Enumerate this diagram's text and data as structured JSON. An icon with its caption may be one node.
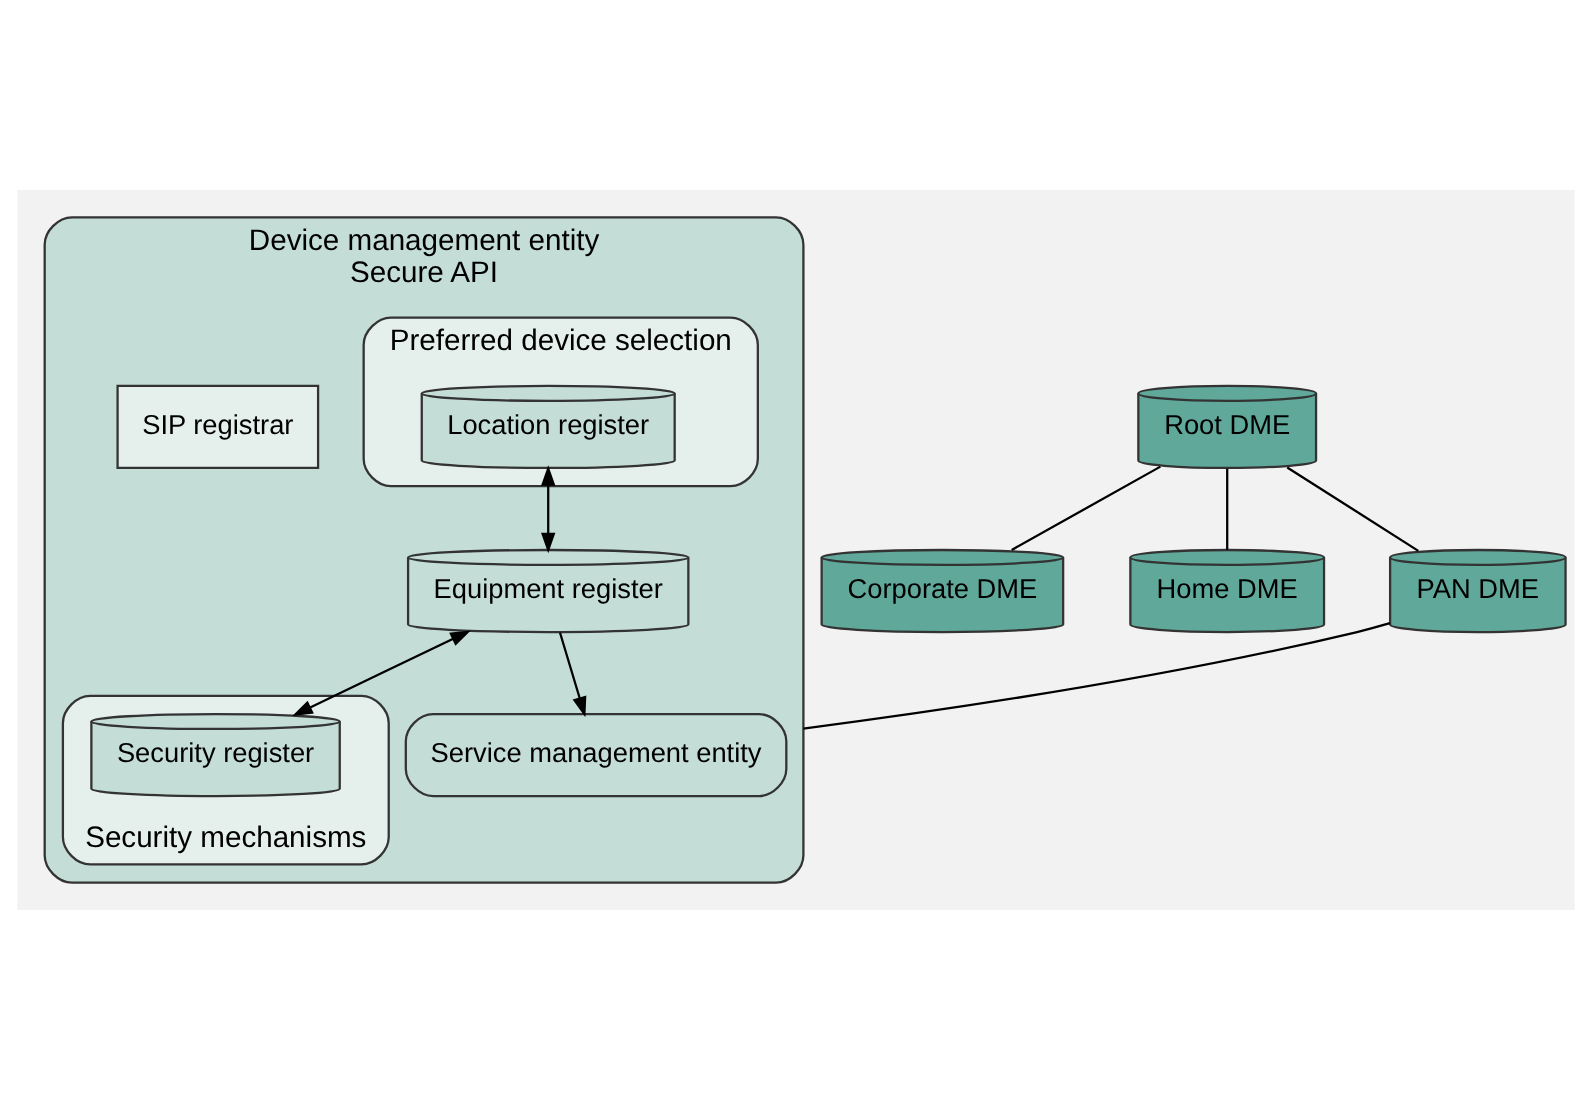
{
  "diagram": {
    "nodes": [
      {
        "text": [
          "Device management entity",
          "Secure API"
        ]
      },
      {
        "text": [
          "SIP registrar"
        ],
        "in": 0
      },
      {
        "text": [
          "Preferred device selection"
        ],
        "in": 0
      },
      {
        "text": [
          "Security mechanisms"
        ],
        "in": 0
      },
      {
        "text": [
          "Location register"
        ],
        "in": 2
      },
      {
        "text": [
          "Equipment register"
        ],
        "in": 0
      },
      {
        "text": [
          "Security register"
        ],
        "in": 3
      },
      {
        "text": [
          "Service management entity"
        ],
        "in": 0
      },
      {
        "text": [
          "Root DME"
        ]
      },
      {
        "text": [
          "Corporate DME"
        ]
      },
      {
        "text": [
          "Home DME"
        ]
      },
      {
        "text": [
          "PAN DME"
        ]
      }
    ],
    "edges": [
      {
        "from": 4,
        "to": 5,
        "arrow": "both"
      },
      {
        "from": 5,
        "to": 6,
        "arrow": "both"
      },
      {
        "from": 5,
        "to": 7,
        "arrow": "to"
      },
      {
        "from": 8,
        "to": 9,
        "arrow": "none"
      },
      {
        "from": 8,
        "to": 10,
        "arrow": "none"
      },
      {
        "from": 8,
        "to": 11,
        "arrow": "none"
      },
      {
        "from": 11,
        "to": 0,
        "arrow": "none"
      }
    ]
  }
}
